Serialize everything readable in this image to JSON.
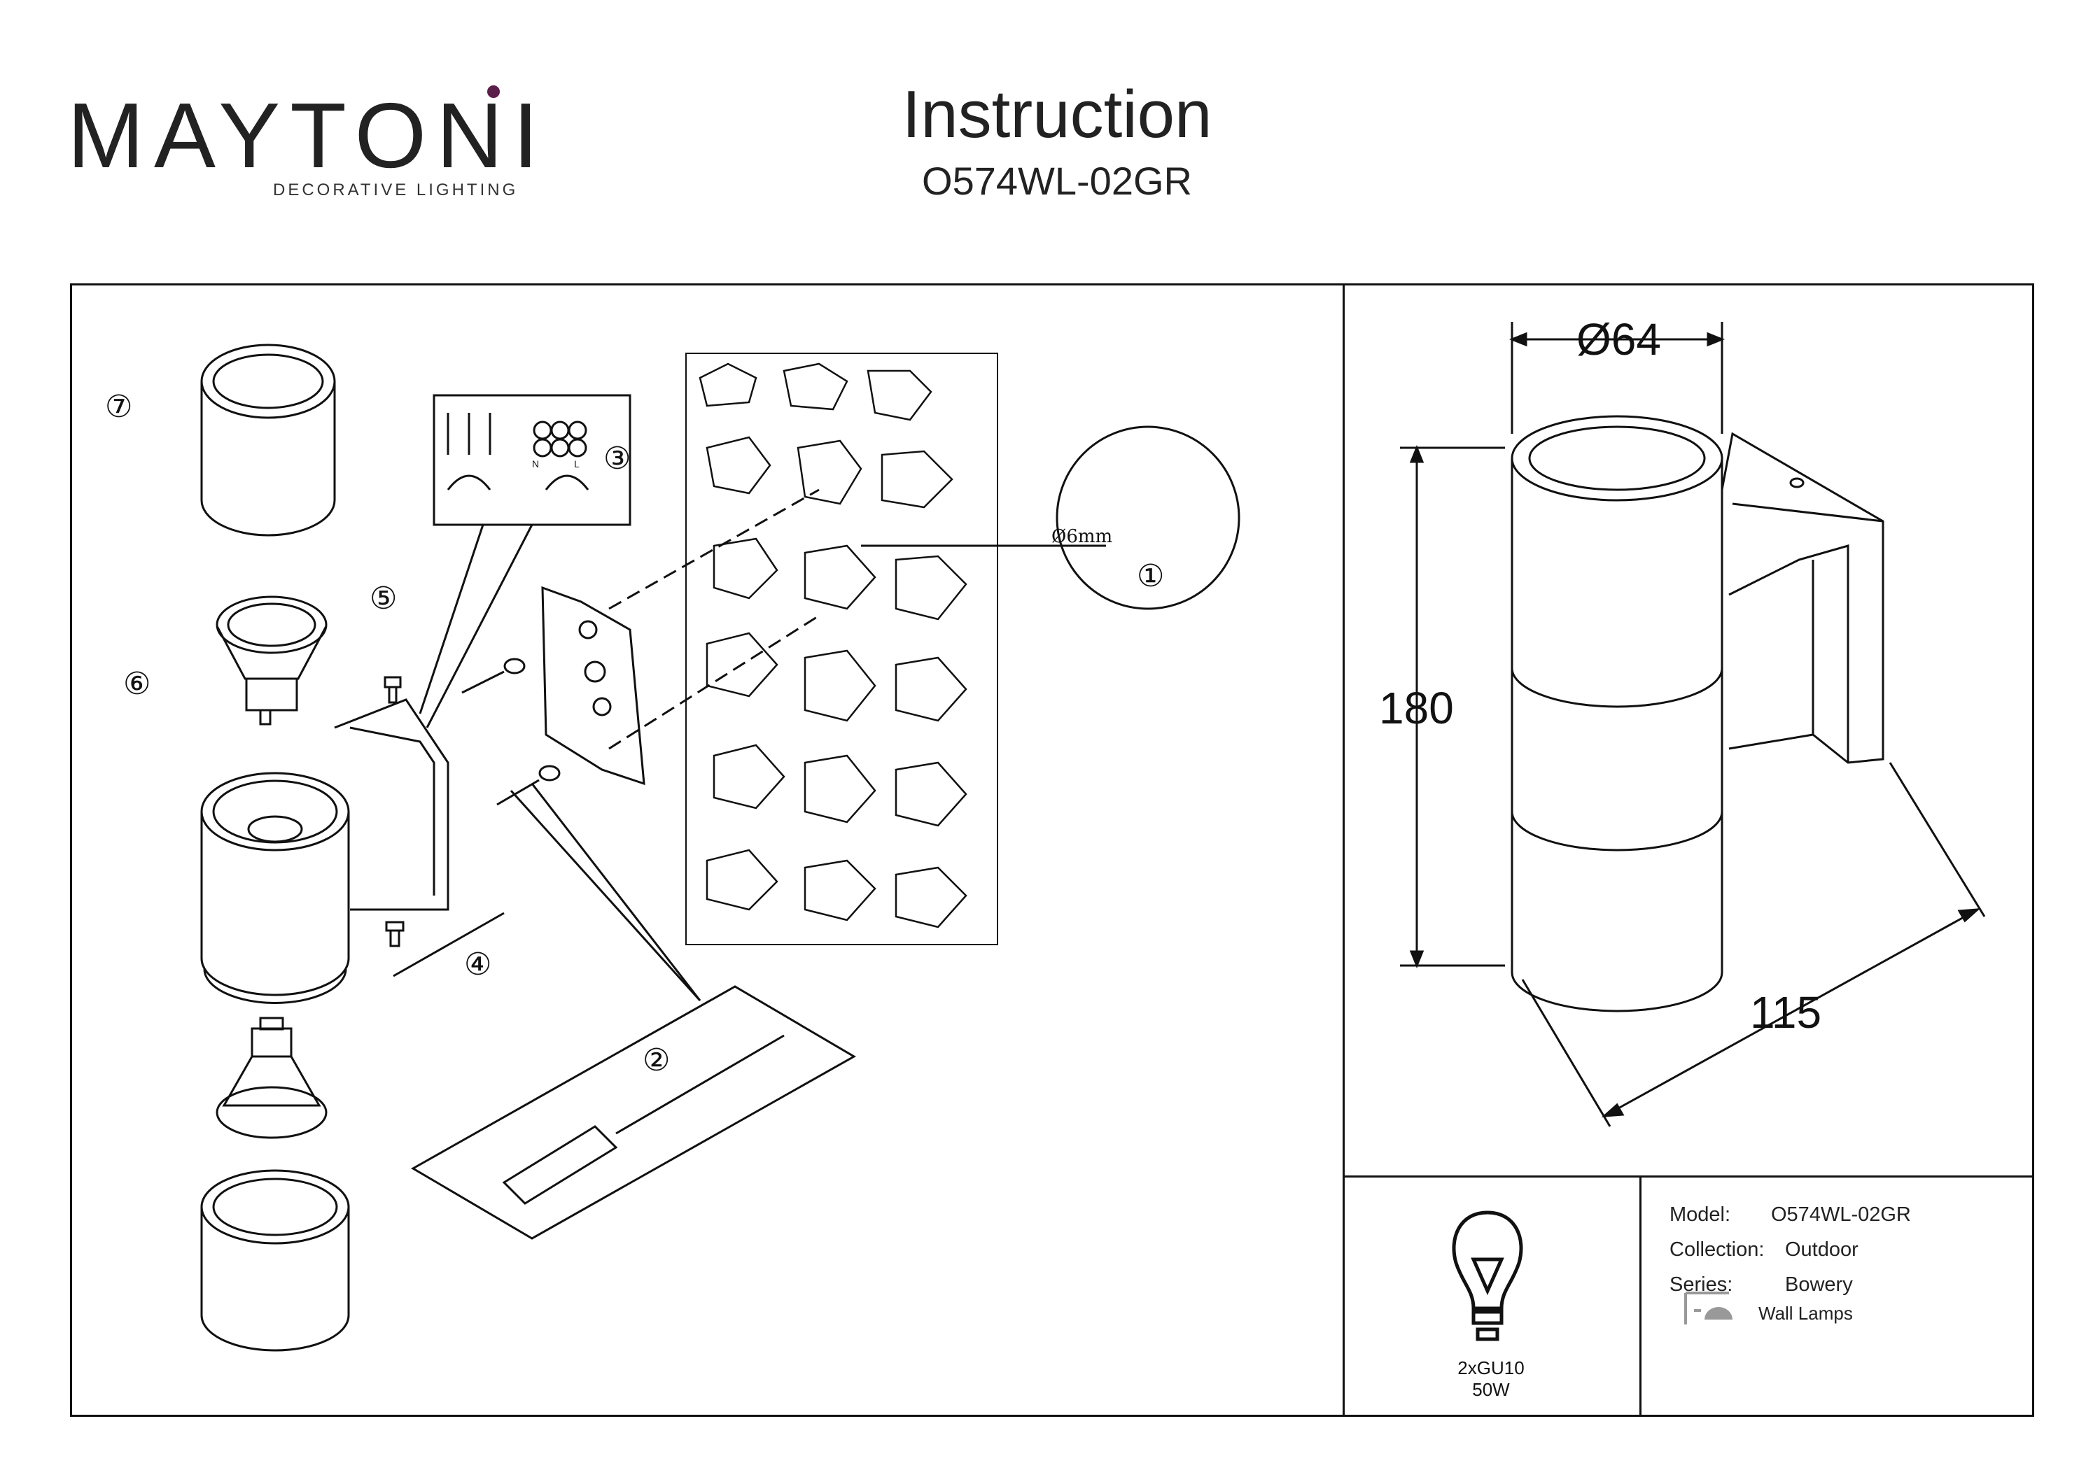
{
  "brand": {
    "name": "MAYTONI",
    "tagline": "DECORATIVE LIGHTING",
    "accent_color": "#5a1f4a"
  },
  "header": {
    "title": "Instruction",
    "model": "O574WL-02GR"
  },
  "assembly": {
    "step_numbers": [
      "①",
      "②",
      "③",
      "④",
      "⑤",
      "⑥",
      "⑦"
    ],
    "drill_label": "Ø6mm",
    "terminal_labels": [
      "N",
      "L"
    ]
  },
  "dimensions": {
    "diameter": "Ø64",
    "height": "180",
    "depth": "115"
  },
  "bulb": {
    "icon": "light-bulb-icon",
    "spec": "2xGU10 50W"
  },
  "specs": {
    "model_label": "Model:",
    "model_value": "O574WL-02GR",
    "collection_label": "Collection:",
    "collection_value": "Outdoor",
    "series_label": "Series:",
    "series_value": "Bowery",
    "type_icon": "wall-lamp-icon",
    "type_value": "Wall Lamps"
  }
}
